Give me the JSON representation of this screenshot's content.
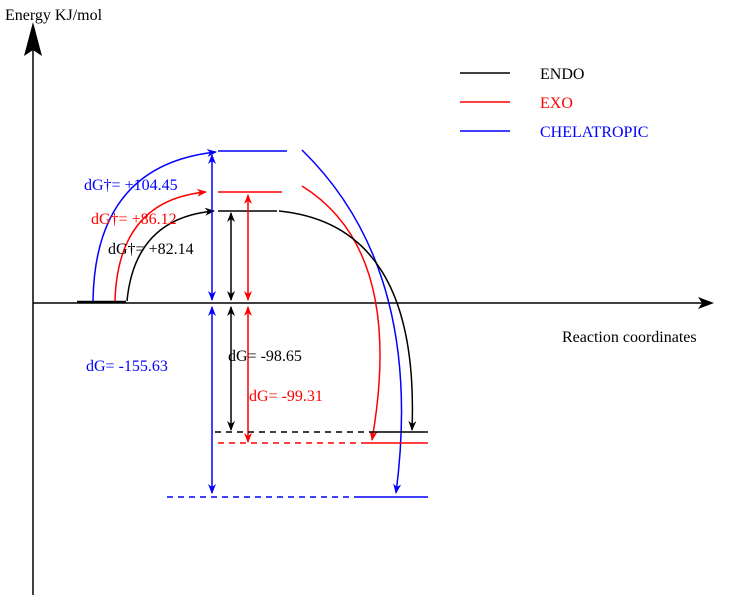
{
  "axes": {
    "y_label": "Energy KJ/mol",
    "x_label": "Reaction coordinates"
  },
  "legend": [
    {
      "label": "ENDO",
      "color": "#000000"
    },
    {
      "label": "EXO",
      "color": "#ff0000"
    },
    {
      "label": "CHELATROPIC",
      "color": "#0000ff"
    }
  ],
  "labels": {
    "chelatropic_activation": "dG†= +104.45",
    "exo_activation": "dG†= +86.12",
    "endo_activation": "dG†= +82.14",
    "chelatropic_reaction": "dG= -155.63",
    "endo_reaction": "dG= -98.65",
    "exo_reaction": "dG= -99.31"
  }
}
